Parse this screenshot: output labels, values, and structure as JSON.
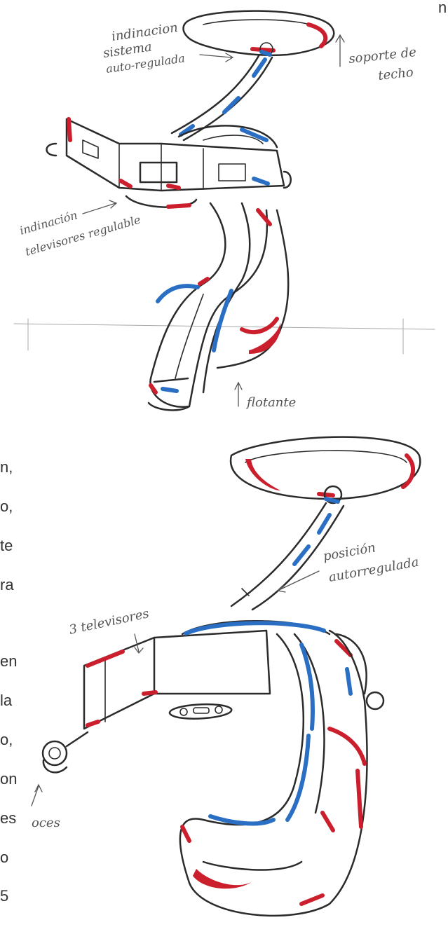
{
  "sketch1": {
    "labels": {
      "indicator_line1": "indinacion",
      "indicator_line2": "sistema",
      "indicator_line3": "auto-regulada",
      "ceiling_line1": "soporte de",
      "ceiling_line2": "techo",
      "tv_line1": "indinación",
      "tv_line2": "televisores regulable",
      "floating": "flotante"
    }
  },
  "sketch2": {
    "labels": {
      "tvs": "3 televisores",
      "position_line1": "posición",
      "position_line2": "autorregulada",
      "partial_left": "oces"
    }
  },
  "edge_text": [
    "n,",
    "o,",
    "te",
    "ra",
    "en",
    "la",
    "o,",
    "on",
    "es",
    "o",
    "5"
  ],
  "colors": {
    "red": "#cc1f2d",
    "blue": "#2a6fc4",
    "ink": "#2b2b2b",
    "pencil": "#9a9a9a"
  }
}
